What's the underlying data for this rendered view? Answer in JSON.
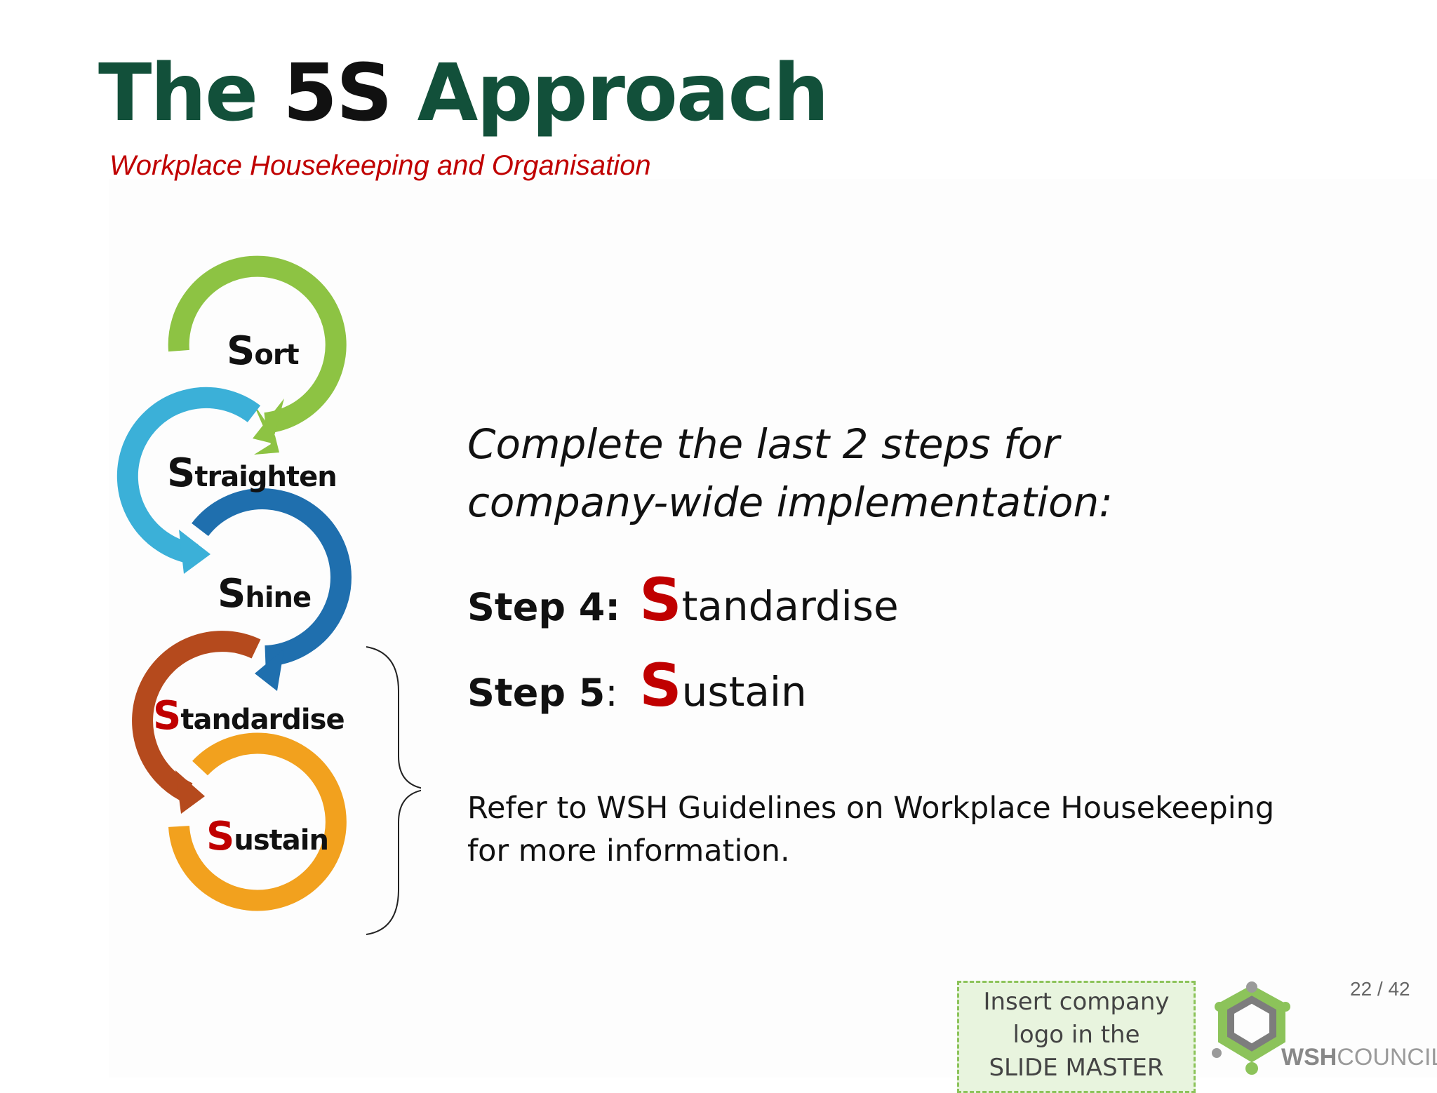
{
  "title": {
    "main": "The ",
    "highlight": "5S",
    "rest": " Approach"
  },
  "subtitle": "Workplace Housekeeping and Organisation",
  "cycle": {
    "items": [
      {
        "initial": "S",
        "rest": "ort",
        "color": "#8dc343"
      },
      {
        "initial": "S",
        "rest": "traighten",
        "color": "#3bb0d8"
      },
      {
        "initial": "S",
        "rest": "hine",
        "color": "#1f6fae"
      },
      {
        "initial": "S",
        "rest": "tandardise",
        "color": "#b54a1d"
      },
      {
        "initial": "S",
        "rest": "ustain",
        "color": "#f2a11e"
      }
    ]
  },
  "intro": "Complete the last 2 steps for company-wide implementation:",
  "steps": [
    {
      "label": "Step 4:",
      "initial": "S",
      "rest": "tandardise"
    },
    {
      "label_bold": "Step 5",
      "label_suffix": ":",
      "initial": "S",
      "rest": "ustain"
    }
  ],
  "reference": "Refer to WSH Guidelines on Workplace Housekeeping for more information.",
  "logo_placeholder": {
    "line1": "Insert company",
    "line2": "logo in the",
    "line3": "SLIDE MASTER"
  },
  "council": {
    "bold": "WSH",
    "rest": "COUNCIL"
  },
  "page_indicator": "22 / 42",
  "colors": {
    "title": "#12503a",
    "accent": "#c00000"
  }
}
